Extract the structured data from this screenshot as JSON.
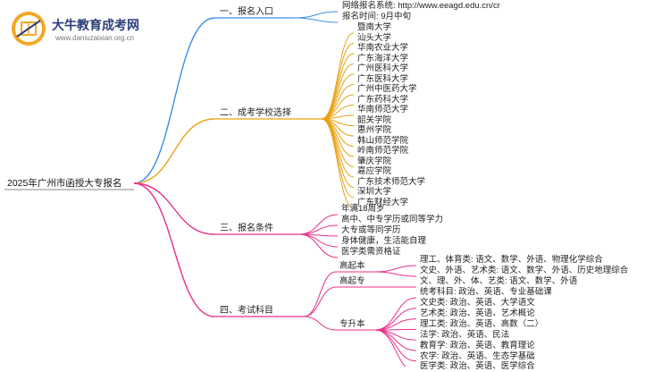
{
  "logo": {
    "title": "大牛教育成考网",
    "url": "www.daniuzaixian.org.cn"
  },
  "root": "2025年广州市函授大专报名",
  "colors": {
    "branch1": "#3a8ee6",
    "branch2": "#e8a317",
    "branch3": "#e8318a",
    "branch4": "#e8318a"
  },
  "branches": [
    {
      "title": "一、报名入口",
      "items": [
        "网络报名系统: http://www.eeagd.edu.cn/cr",
        "报名时间: 9月中旬"
      ]
    },
    {
      "title": "二、成考学校选择",
      "items": [
        "暨南大学",
        "汕头大学",
        "华南农业大学",
        "广东海洋大学",
        "广州医科大学",
        "广东医科大学",
        "广州中医药大学",
        "广东药科大学",
        "华南师范大学",
        "韶关学院",
        "惠州学院",
        "韩山师范学院",
        "岭南师范学院",
        "肇庆学院",
        "嘉应学院",
        "广东技术师范大学",
        "深圳大学",
        "广东财经大学"
      ]
    },
    {
      "title": "三、报名条件",
      "items": [
        "年满18周岁",
        "高中、中专学历或同等学力",
        "大专或等同学历",
        "身体健康，生活能自理",
        "医学类需资格证"
      ]
    },
    {
      "title": "四、考试科目",
      "groups": [
        {
          "name": "高起本",
          "items": [
            "理工、体育类: 语文、数学、外语、物理化学综合",
            "文史、外语、艺术类: 语文、数学、外语、历史地理综合"
          ]
        },
        {
          "name": "高起专",
          "items": [
            "文、理、外、体、艺类: 语文、数学、外语"
          ]
        },
        {
          "name": "专升本",
          "items": [
            "统考科目: 政治、英语、专业基础课",
            "文史类: 政治、英语、大学语文",
            "艺术类: 政治、英语、艺术概论",
            "理工类: 政治、英语、高数（二）",
            "法学: 政治、英语、民法",
            "教育学: 政治、英语、教育理论",
            "农学: 政治、英语、生态学基础",
            "医学类: 政治、英语、医学综合"
          ]
        }
      ]
    }
  ]
}
